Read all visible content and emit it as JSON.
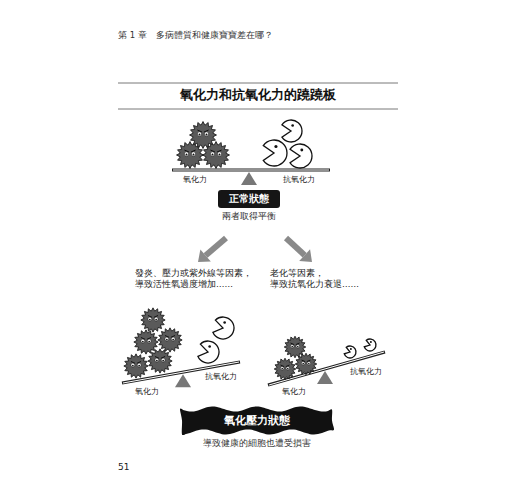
{
  "diagram": {
    "title": "氧化力和抗氧化力的蹺蹺板",
    "nodes": [
      {
        "text": [
          "正常狀態",
          "兩者取得平衡"
        ]
      },
      {
        "text": [
          "氧化壓力狀態",
          "導致健康的細胞也遭受損害"
        ]
      }
    ],
    "labels": [
      "第 1 章　多病體質和健康寶寶差在哪？",
      "氧化力",
      "抗氧化力",
      "發炎、壓力或紫外線等因素， 導致活性氧過度增加……",
      "老化等因素， 導致抗氧化力衰退……",
      "氧化力",
      "抗氧化力",
      "氧化力",
      "抗氧化力",
      "51"
    ]
  }
}
